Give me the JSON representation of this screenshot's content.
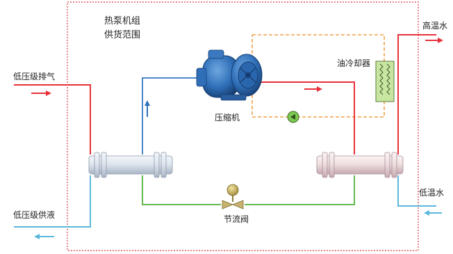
{
  "scope_title": [
    "热泵机组",
    "供货范围"
  ],
  "labels": {
    "low_pressure_exhaust": "低压级排气",
    "low_pressure_liquid": "低压级供液",
    "compressor": "压缩机",
    "oil_cooler": "油冷却器",
    "high_temp_water": "高温水",
    "low_temp_water": "低温水",
    "throttle_valve": "节流阀"
  },
  "colors": {
    "scope_border": "#e0393e",
    "hot_line": "#e8303a",
    "cold_line": "#5ab8dc",
    "suction_line": "#4a86c8",
    "liquid_line": "#62b94e",
    "oil_loop": "#f0a048",
    "compressor": "#2f6fb8",
    "heat_exchanger": "#dfe6ef",
    "oil_cooler_fill": "#c8e6a0"
  },
  "icons": [
    "compressor-icon",
    "evaporator-icon",
    "condenser-icon",
    "oil-cooler-icon",
    "oil-pump-icon",
    "throttle-valve-icon",
    "flow-arrow-icon"
  ]
}
